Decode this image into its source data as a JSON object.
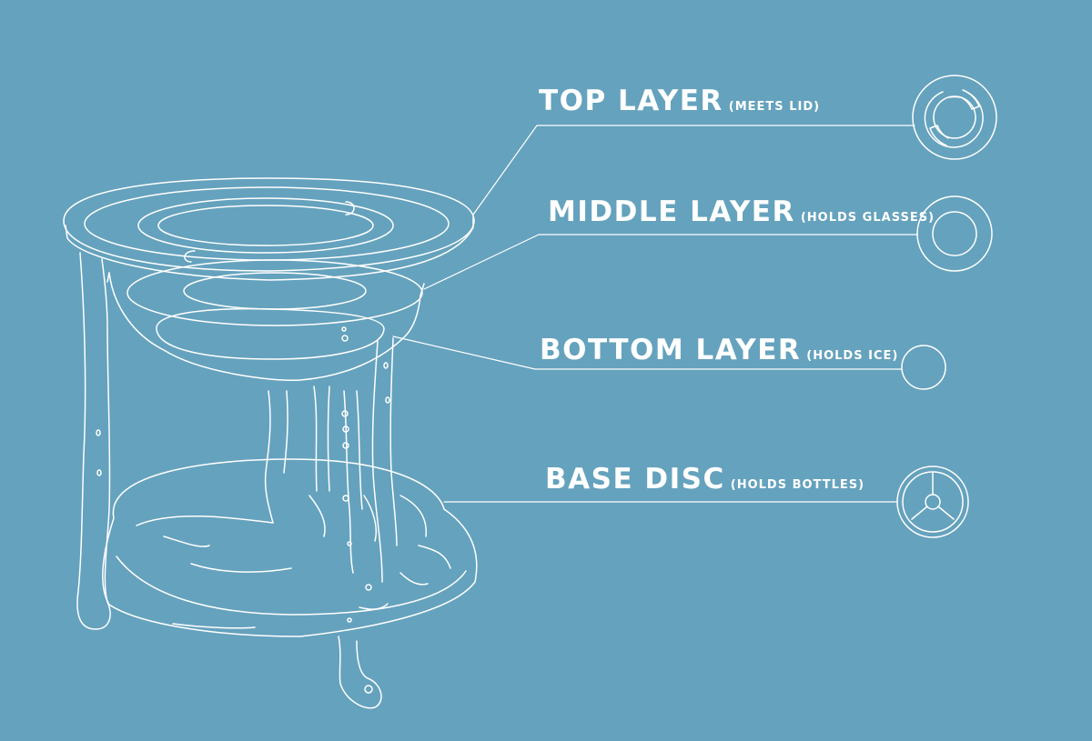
{
  "layers": [
    {
      "id": "top",
      "title": "TOP LAYER",
      "subtitle": "(MEETS LID)"
    },
    {
      "id": "middle",
      "title": "MIDDLE LAYER",
      "subtitle": "(HOLDS GLASSES)"
    },
    {
      "id": "bottom",
      "title": "BOTTOM LAYER",
      "subtitle": "(HOLDS ICE)"
    },
    {
      "id": "base",
      "title": "BASE DISC",
      "subtitle": "(HOLDS BOTTLES)"
    }
  ],
  "colors": {
    "background": "#65a2bd",
    "line": "#ffffff"
  }
}
